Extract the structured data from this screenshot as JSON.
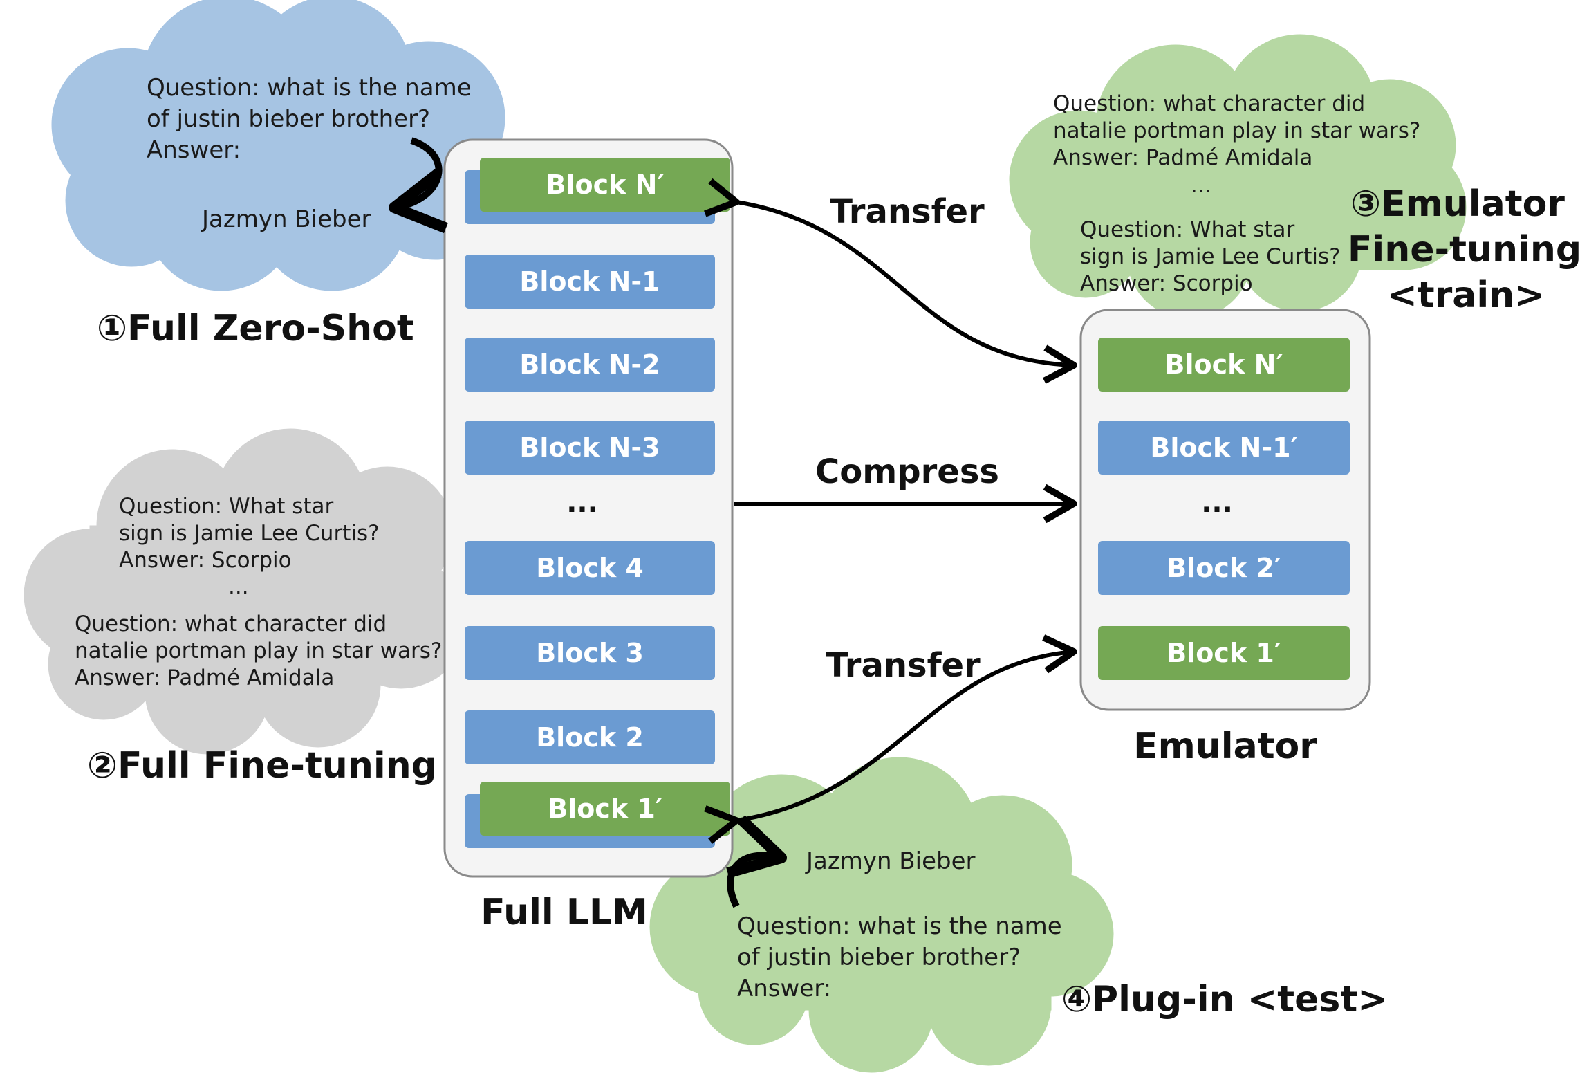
{
  "colors": {
    "block_blue": "#6b9bd2",
    "block_green": "#75a854",
    "cloud_blue": "#a6c4e3",
    "cloud_gray": "#d2d2d2",
    "cloud_green": "#b6d8a3",
    "container_fill": "#f4f4f4",
    "container_border": "#8a8a8a"
  },
  "full_llm": {
    "label": "Full LLM",
    "blocks": {
      "top": "Block N′",
      "n1": "Block N-1",
      "n2": "Block N-2",
      "n3": "Block N-3",
      "ellipsis": "...",
      "b4": "Block 4",
      "b3": "Block 3",
      "b2": "Block 2",
      "bottom": "Block 1′"
    }
  },
  "emulator": {
    "label": "Emulator",
    "blocks": {
      "top": "Block N′",
      "n1": "Block N-1′",
      "ellipsis": "...",
      "b2": "Block 2′",
      "b1": "Block 1′"
    }
  },
  "arrows": {
    "transfer_top": "Transfer",
    "compress": "Compress",
    "transfer_bottom": "Transfer"
  },
  "zero_shot": {
    "title": "①Full Zero-Shot",
    "lines": [
      "Question: what is the name",
      "of justin bieber brother?",
      "Answer:"
    ],
    "answer": "Jazmyn Bieber"
  },
  "fine_tuning": {
    "title": "②Full Fine-tuning",
    "lines": [
      "Question: What star",
      "sign is Jamie Lee Curtis?",
      "Answer: Scorpio",
      "...",
      "Question: what character did",
      "natalie portman play in star wars?",
      "Answer: Padmé Amidala"
    ]
  },
  "emulator_ft": {
    "title_lines": [
      "③Emulator",
      "Fine-tuning",
      "<train>"
    ],
    "lines": [
      "Question: what character did",
      "natalie portman play in star wars?",
      "Answer: Padmé Amidala",
      "...",
      "Question: What star",
      "sign is Jamie Lee Curtis?",
      "Answer: Scorpio"
    ]
  },
  "plugin": {
    "title": "④Plug-in <test>",
    "answer": "Jazmyn Bieber",
    "lines": [
      "Question: what is the name",
      "of justin bieber brother?",
      "Answer:"
    ]
  }
}
